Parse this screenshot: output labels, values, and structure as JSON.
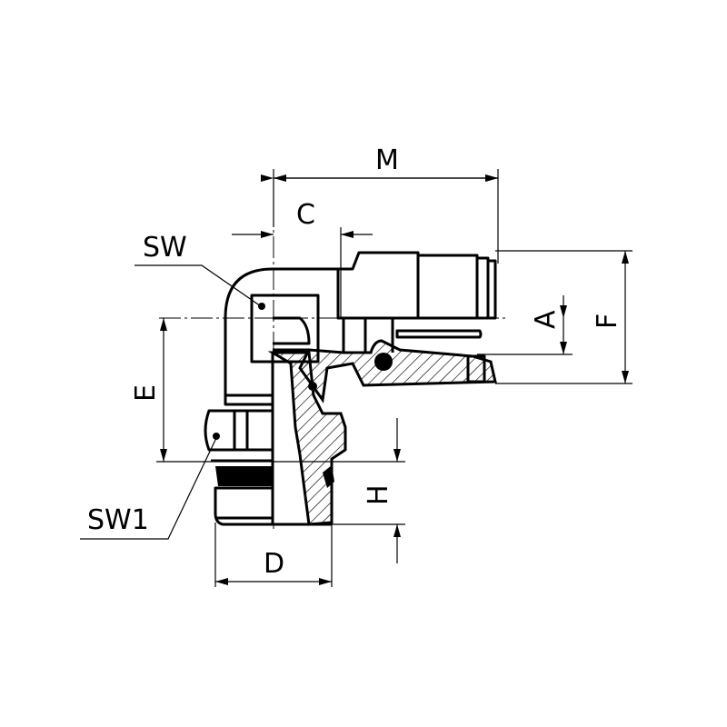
{
  "drawing": {
    "dimension_labels": {
      "M": "M",
      "C": "C",
      "SW": "SW",
      "A": "A",
      "F": "F",
      "E": "E",
      "SW1": "SW1",
      "H": "H",
      "D": "D"
    },
    "line_color": "#000000",
    "background_color": "#ffffff"
  }
}
